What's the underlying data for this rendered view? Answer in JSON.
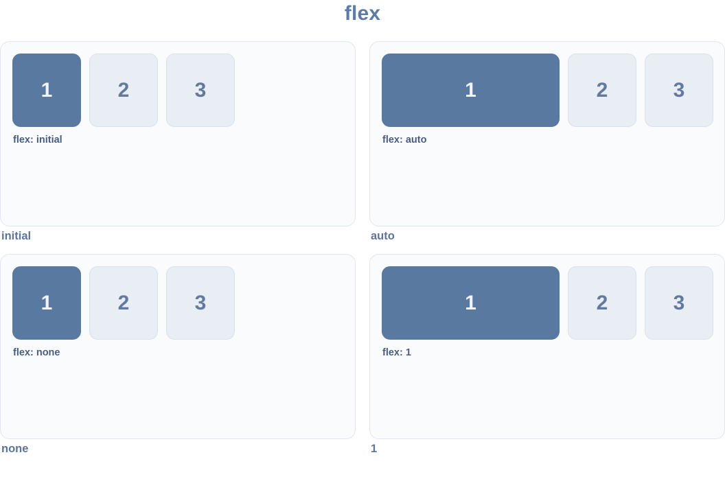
{
  "title": "flex",
  "colors": {
    "title_text": "#5b7ca6",
    "panel_bg": "#fafbfd",
    "panel_border": "#dfe6f1",
    "item_bg": "#e9edf4",
    "item_border": "#d9e1ee",
    "item_text": "#64799e",
    "item_active_bg": "#5a79a1",
    "item_active_text": "#f0f4f9",
    "caption_text": "#4a5d80",
    "label_text": "#5e7499"
  },
  "panels": [
    {
      "label": "initial",
      "caption": "flex: initial",
      "items": [
        "1",
        "2",
        "3"
      ]
    },
    {
      "label": "auto",
      "caption": "flex: auto",
      "items": [
        "1",
        "2",
        "3"
      ]
    },
    {
      "label": "none",
      "caption": "flex: none",
      "items": [
        "1",
        "2",
        "3"
      ]
    },
    {
      "label": "1",
      "caption": "flex: 1",
      "items": [
        "1",
        "2",
        "3"
      ]
    }
  ]
}
